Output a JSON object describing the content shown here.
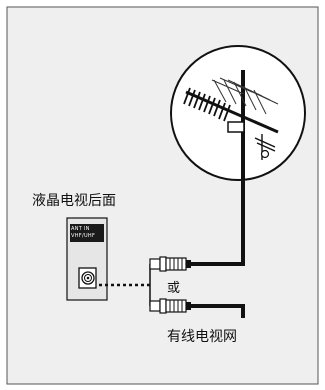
{
  "labels": {
    "tv_back": "液晶电视后面",
    "or": "或",
    "cable_tv": "有线电视网"
  },
  "port": {
    "line1": "ANT IN",
    "line2": "VHF/UHF"
  },
  "colors": {
    "page": "#ffffff",
    "panel_bg": "#efefef",
    "panel_border": "#555555",
    "ink": "#111111",
    "port_label_bg": "#1a1a1a",
    "tv_panel_bg": "#e6e6e6"
  },
  "icons": {
    "antenna": "antenna-icon",
    "coax_jack": "coax-jack-icon",
    "plug_upper": "coax-plug-icon",
    "plug_lower": "coax-plug-icon"
  }
}
